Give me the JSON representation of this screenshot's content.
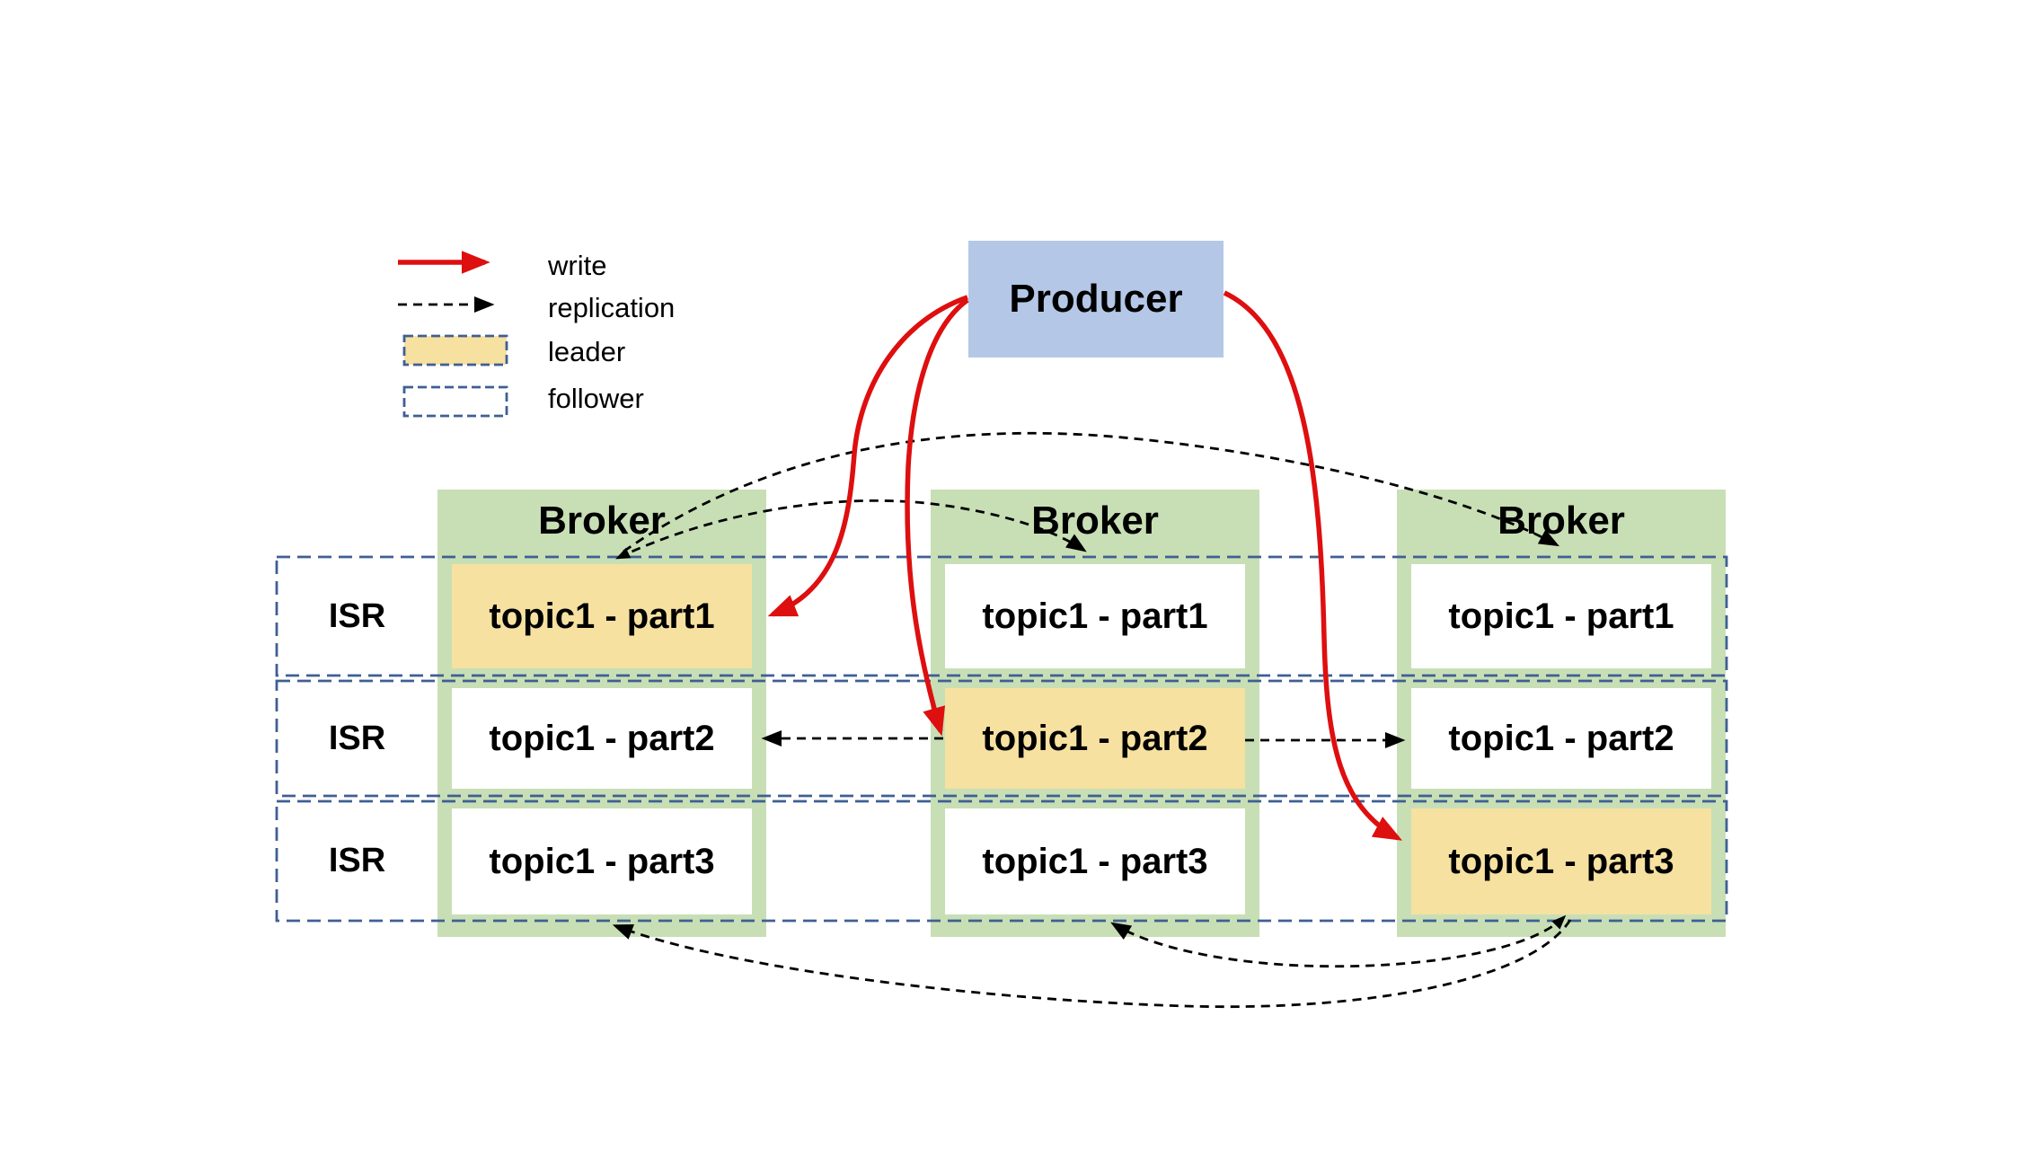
{
  "legend": {
    "items": [
      {
        "label": "write",
        "symbol": "red-solid-arrow"
      },
      {
        "label": "replication",
        "symbol": "black-dashed-arrow"
      },
      {
        "label": "leader",
        "symbol": "yellow-dashed-swatch"
      },
      {
        "label": "follower",
        "symbol": "white-dashed-swatch"
      }
    ]
  },
  "producer": {
    "label": "Producer"
  },
  "isr_rows": [
    {
      "label": "ISR"
    },
    {
      "label": "ISR"
    },
    {
      "label": "ISR"
    }
  ],
  "brokers": [
    {
      "title": "Broker",
      "partitions": [
        {
          "label": "topic1 - part1",
          "role": "leader"
        },
        {
          "label": "topic1 - part2",
          "role": "follower"
        },
        {
          "label": "topic1 - part3",
          "role": "follower"
        }
      ]
    },
    {
      "title": "Broker",
      "partitions": [
        {
          "label": "topic1 - part1",
          "role": "follower"
        },
        {
          "label": "topic1 - part2",
          "role": "leader"
        },
        {
          "label": "topic1 - part3",
          "role": "follower"
        }
      ]
    },
    {
      "title": "Broker",
      "partitions": [
        {
          "label": "topic1 - part1",
          "role": "follower"
        },
        {
          "label": "topic1 - part2",
          "role": "follower"
        },
        {
          "label": "topic1 - part3",
          "role": "leader"
        }
      ]
    }
  ],
  "flows": {
    "write": [
      {
        "from": "producer",
        "to": "broker1.topic1-part1"
      },
      {
        "from": "producer",
        "to": "broker2.topic1-part2"
      },
      {
        "from": "producer",
        "to": "broker3.topic1-part3"
      }
    ],
    "replication": [
      {
        "from": "broker1.topic1-part1",
        "to": "broker2.topic1-part1"
      },
      {
        "from": "broker1.topic1-part1",
        "to": "broker3.topic1-part1"
      },
      {
        "from": "broker2.topic1-part2",
        "to": "broker1.topic1-part2"
      },
      {
        "from": "broker2.topic1-part2",
        "to": "broker3.topic1-part2"
      },
      {
        "from": "broker3.topic1-part3",
        "to": "broker2.topic1-part3"
      },
      {
        "from": "broker3.topic1-part3",
        "to": "broker1.topic1-part3"
      }
    ]
  },
  "colors": {
    "broker_green": "#c8dfb5",
    "leader_yellow": "#f6e1a0",
    "producer_blue": "#b4c7e7",
    "isr_dash_blue": "#3f5f94",
    "write_red": "#de0f0f",
    "replication_black": "#000000",
    "background": "#ffffff"
  }
}
